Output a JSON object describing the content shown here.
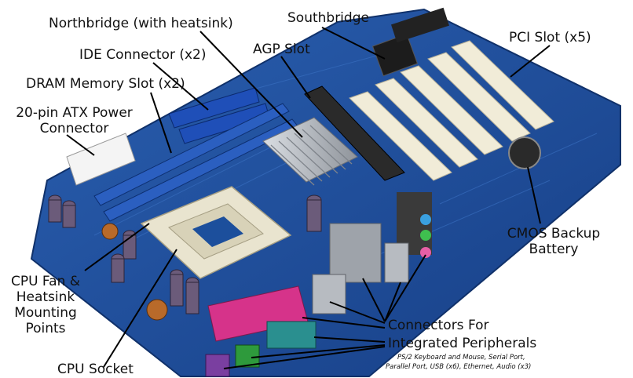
{
  "labels": {
    "northbridge": "Northbridge (with heatsink)",
    "southbridge": "Southbridge",
    "ide": "IDE Connector (x2)",
    "agp": "AGP Slot",
    "pci": "PCI Slot (x5)",
    "dram": "DRAM Memory Slot (x2)",
    "atx_line1": "20-pin ATX Power",
    "atx_line2": "Connector",
    "cmos_line1": "CMOS Backup",
    "cmos_line2": "Battery",
    "fan_line1": "CPU Fan &",
    "fan_line2": "Heatsink",
    "fan_line3": "Mounting",
    "fan_line4": "Points",
    "cpu_socket": "CPU Socket",
    "periph_line1": "Connectors For",
    "periph_line2": "Integrated Peripherals",
    "periph_note_line1": "PS/2 Keyboard and Mouse, Serial Port,",
    "periph_note_line2": "Parallel Port, USB (x6), Ethernet, Audio (x3)"
  },
  "colors": {
    "board": "#1f4f9c",
    "dram_slot": "#2b5fc0",
    "agp_slot": "#2a2a2a",
    "pci_slot": "#f1ecd8",
    "cpu_socket": "#e9e4cf",
    "parallel_port": "#d6338a",
    "serial_port": "#2a8f8f",
    "ps2_mouse": "#2e9a3c",
    "ps2_keyboard": "#7a3fa0",
    "audio_green": "#3fbf4f",
    "audio_pink": "#e65fa6",
    "audio_blue": "#3aa0e0",
    "heatsink": "#b9bdc4"
  }
}
